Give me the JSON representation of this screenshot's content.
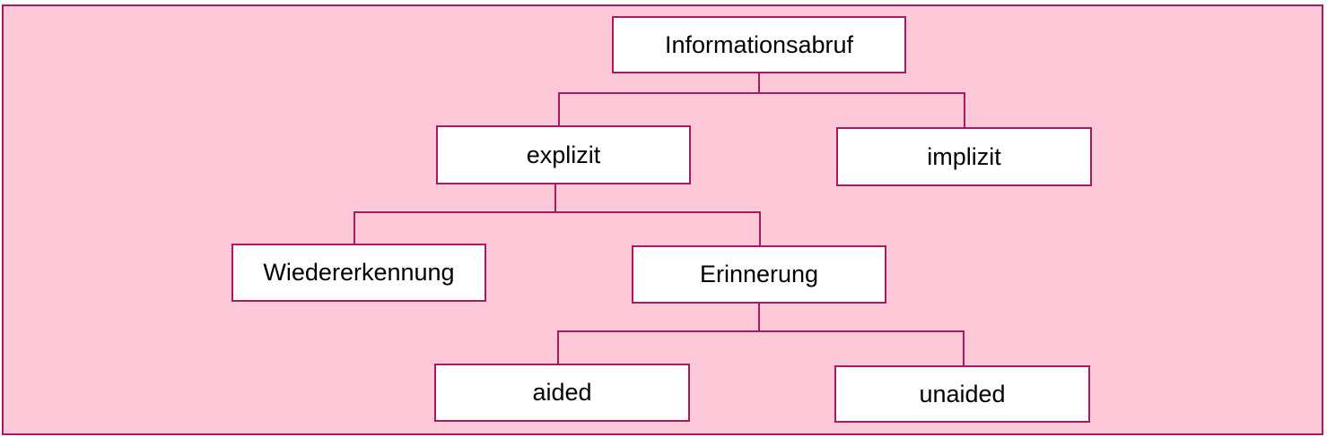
{
  "diagram": {
    "colors": {
      "frame_fill": "#fdc9d9",
      "stroke": "#a8195f",
      "node_fill": "#ffffff",
      "text": "#000000"
    },
    "nodes": {
      "root": "Informationsabruf",
      "explicit": "explizit",
      "implicit": "implizit",
      "recognition": "Wiedererkennung",
      "recall": "Erinnerung",
      "aided": "aided",
      "unaided": "unaided"
    },
    "edges": [
      [
        "root",
        "explicit"
      ],
      [
        "root",
        "implicit"
      ],
      [
        "explicit",
        "recognition"
      ],
      [
        "explicit",
        "recall"
      ],
      [
        "recall",
        "aided"
      ],
      [
        "recall",
        "unaided"
      ]
    ]
  }
}
